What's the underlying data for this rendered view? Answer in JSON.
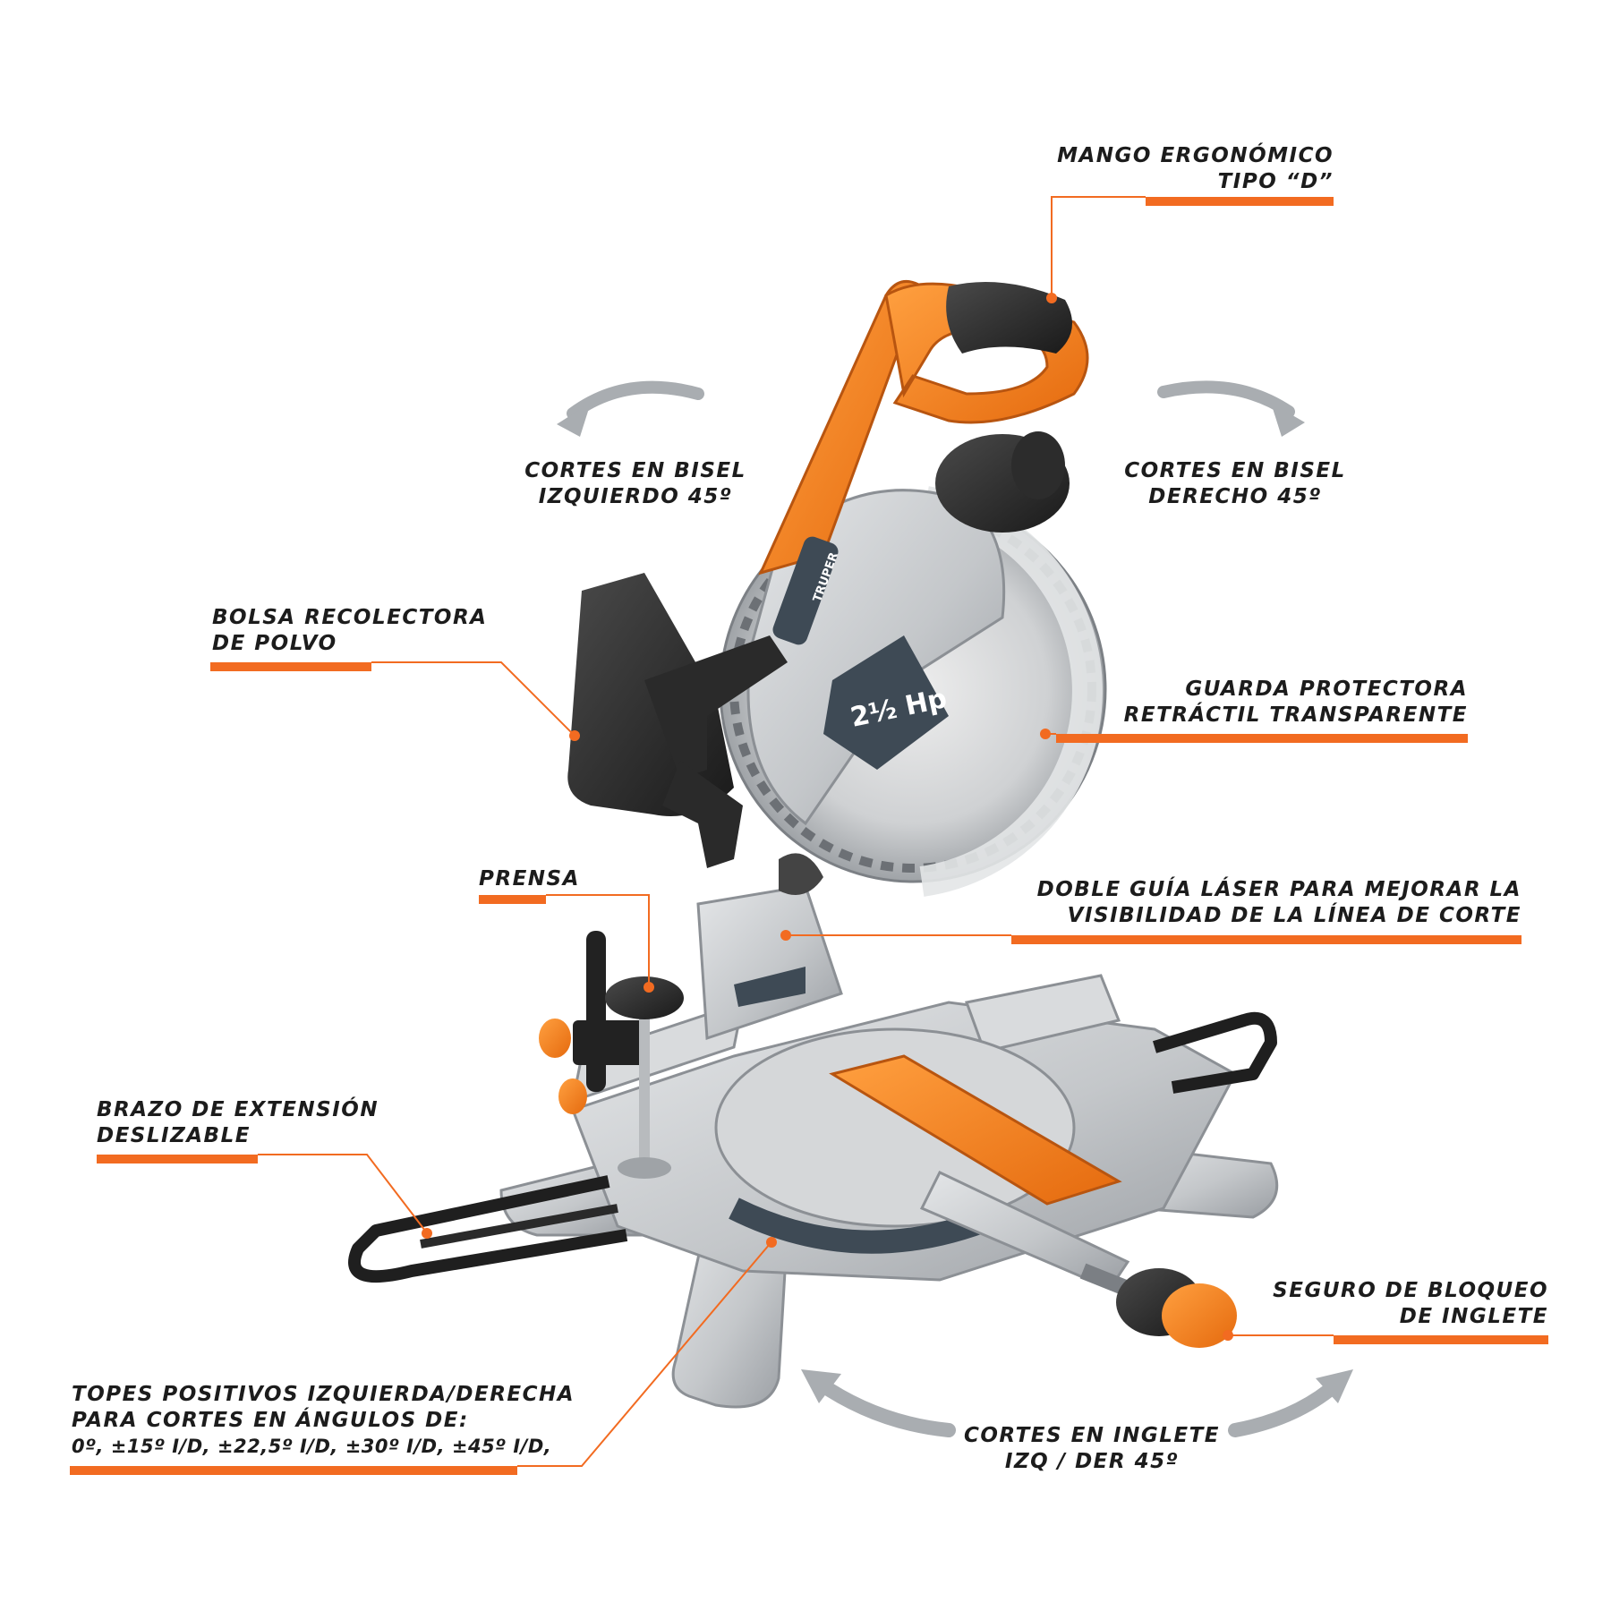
{
  "labels": {
    "handle": [
      "MANGO ERGONÓMICO",
      "TIPO “D”"
    ],
    "bevel_left": [
      "CORTES EN BISEL",
      "IZQUIERDO 45º"
    ],
    "bevel_right": [
      "CORTES EN BISEL",
      "DERECHO 45º"
    ],
    "dust_bag": [
      "BOLSA RECOLECTORA",
      "DE POLVO"
    ],
    "guard": [
      "GUARDA PROTECTORA",
      "RETRÁCTIL TRANSPARENTE"
    ],
    "clamp": [
      "PRENSA"
    ],
    "laser": [
      "DOBLE GUÍA LÁSER PARA MEJORAR LA",
      "VISIBILIDAD DE LA LÍNEA DE CORTE"
    ],
    "extension": [
      "BRAZO DE EXTENSIÓN",
      "DESLIZABLE"
    ],
    "miter_lock": [
      "SEGURO DE BLOQUEO",
      "DE INGLETE"
    ],
    "stops": [
      "TOPES POSITIVOS IZQUIERDA/DERECHA",
      "PARA CORTES EN ÁNGULOS DE:",
      "0º, ±15º I/D, ±22,5º I/D, ±30º I/D, ±45º I/D,"
    ],
    "miter": [
      "CORTES EN INGLETE",
      "IZQ / DER 45º"
    ]
  },
  "product": {
    "brand_mark": "TRUPER",
    "power_badge": "2½ Hp"
  },
  "colors": {
    "accent": "#f26b21",
    "body_orange": "#f58220",
    "metal": "#c3c5c8",
    "dark": "#2b2b2b",
    "arrow_gray": "#a9adb1",
    "text": "#1c1c1c"
  }
}
